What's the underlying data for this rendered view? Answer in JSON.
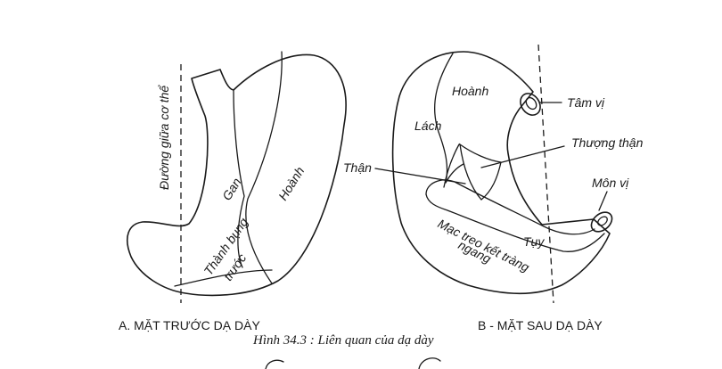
{
  "panel_a": {
    "caption": "A. MẶT TRƯỚC DẠ DÀY",
    "labels": {
      "midline": "Đường giữa cơ thể",
      "liver": "Gan",
      "diaphragm": "Hoành",
      "abdominal_wall_line1": "Thành bụng",
      "abdominal_wall_line2": "trước"
    }
  },
  "panel_b": {
    "caption": "B - MẶT SAU DẠ DÀY",
    "labels": {
      "diaphragm": "Hoành",
      "cardia": "Tâm vị",
      "spleen": "Lách",
      "adrenal": "Thượng thận",
      "kidney": "Thận",
      "pylorus": "Môn vị",
      "pancreas": "Tụy",
      "mesocolon_line1": "Mạc treo kết tràng",
      "mesocolon_line2": "ngang"
    }
  },
  "figure_title": "Hình 34.3 : Liên quan của dạ dày"
}
